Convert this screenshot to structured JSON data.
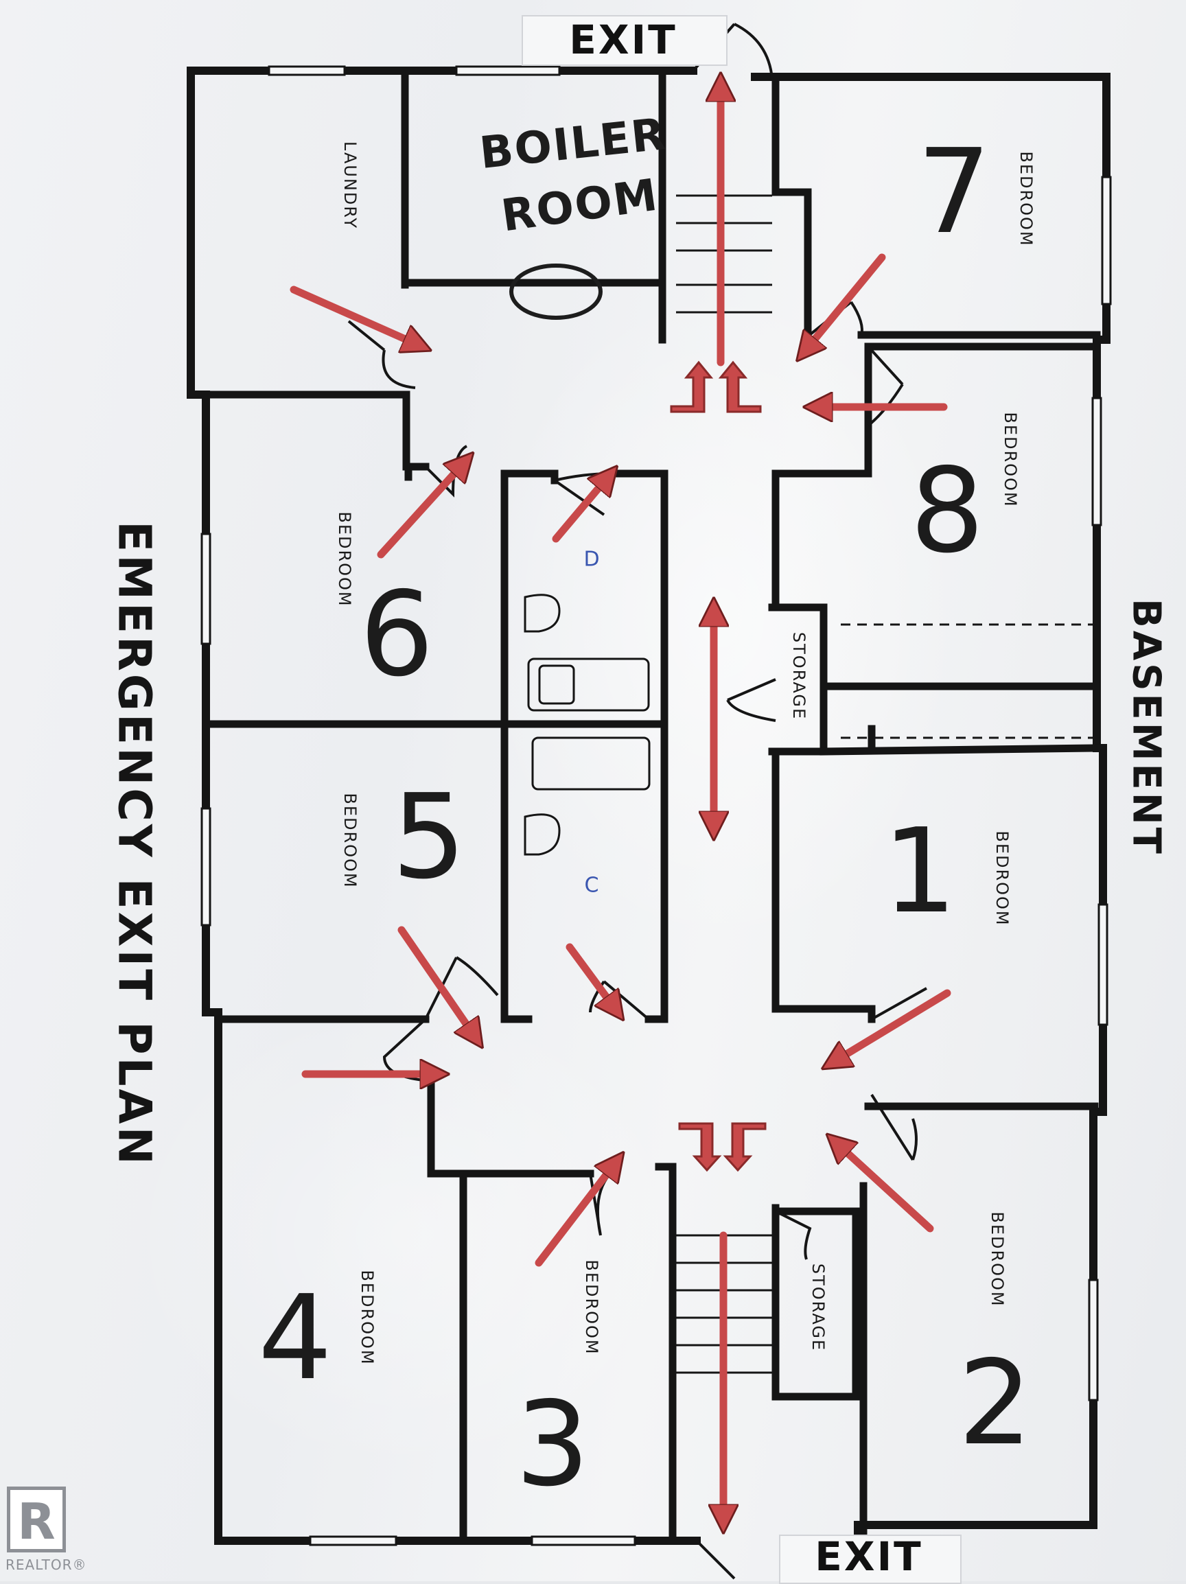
{
  "title": "EMERGENCY EXIT PLAN",
  "floor_label": "BASEMENT",
  "exits": {
    "top": "EXIT",
    "bottom": "EXIT"
  },
  "rooms": {
    "laundry": "LAUNDRY",
    "boiler_line1": "BOILER",
    "boiler_line2": "ROOM",
    "bedroom": "BEDROOM",
    "storage": "STORAGE"
  },
  "room_numbers": {
    "r1": "1",
    "r2": "2",
    "r3": "3",
    "r4": "4",
    "r5": "5",
    "r6": "6",
    "r7": "7",
    "r8": "8"
  },
  "bathrooms": {
    "upper": "D",
    "lower": "C"
  },
  "watermark": {
    "mark": "R",
    "text": "REALTOR®"
  },
  "colors": {
    "wall": "#151515",
    "arrow": "#c8494a",
    "paper": "#eef0f2",
    "letter": "#3a56b0"
  }
}
